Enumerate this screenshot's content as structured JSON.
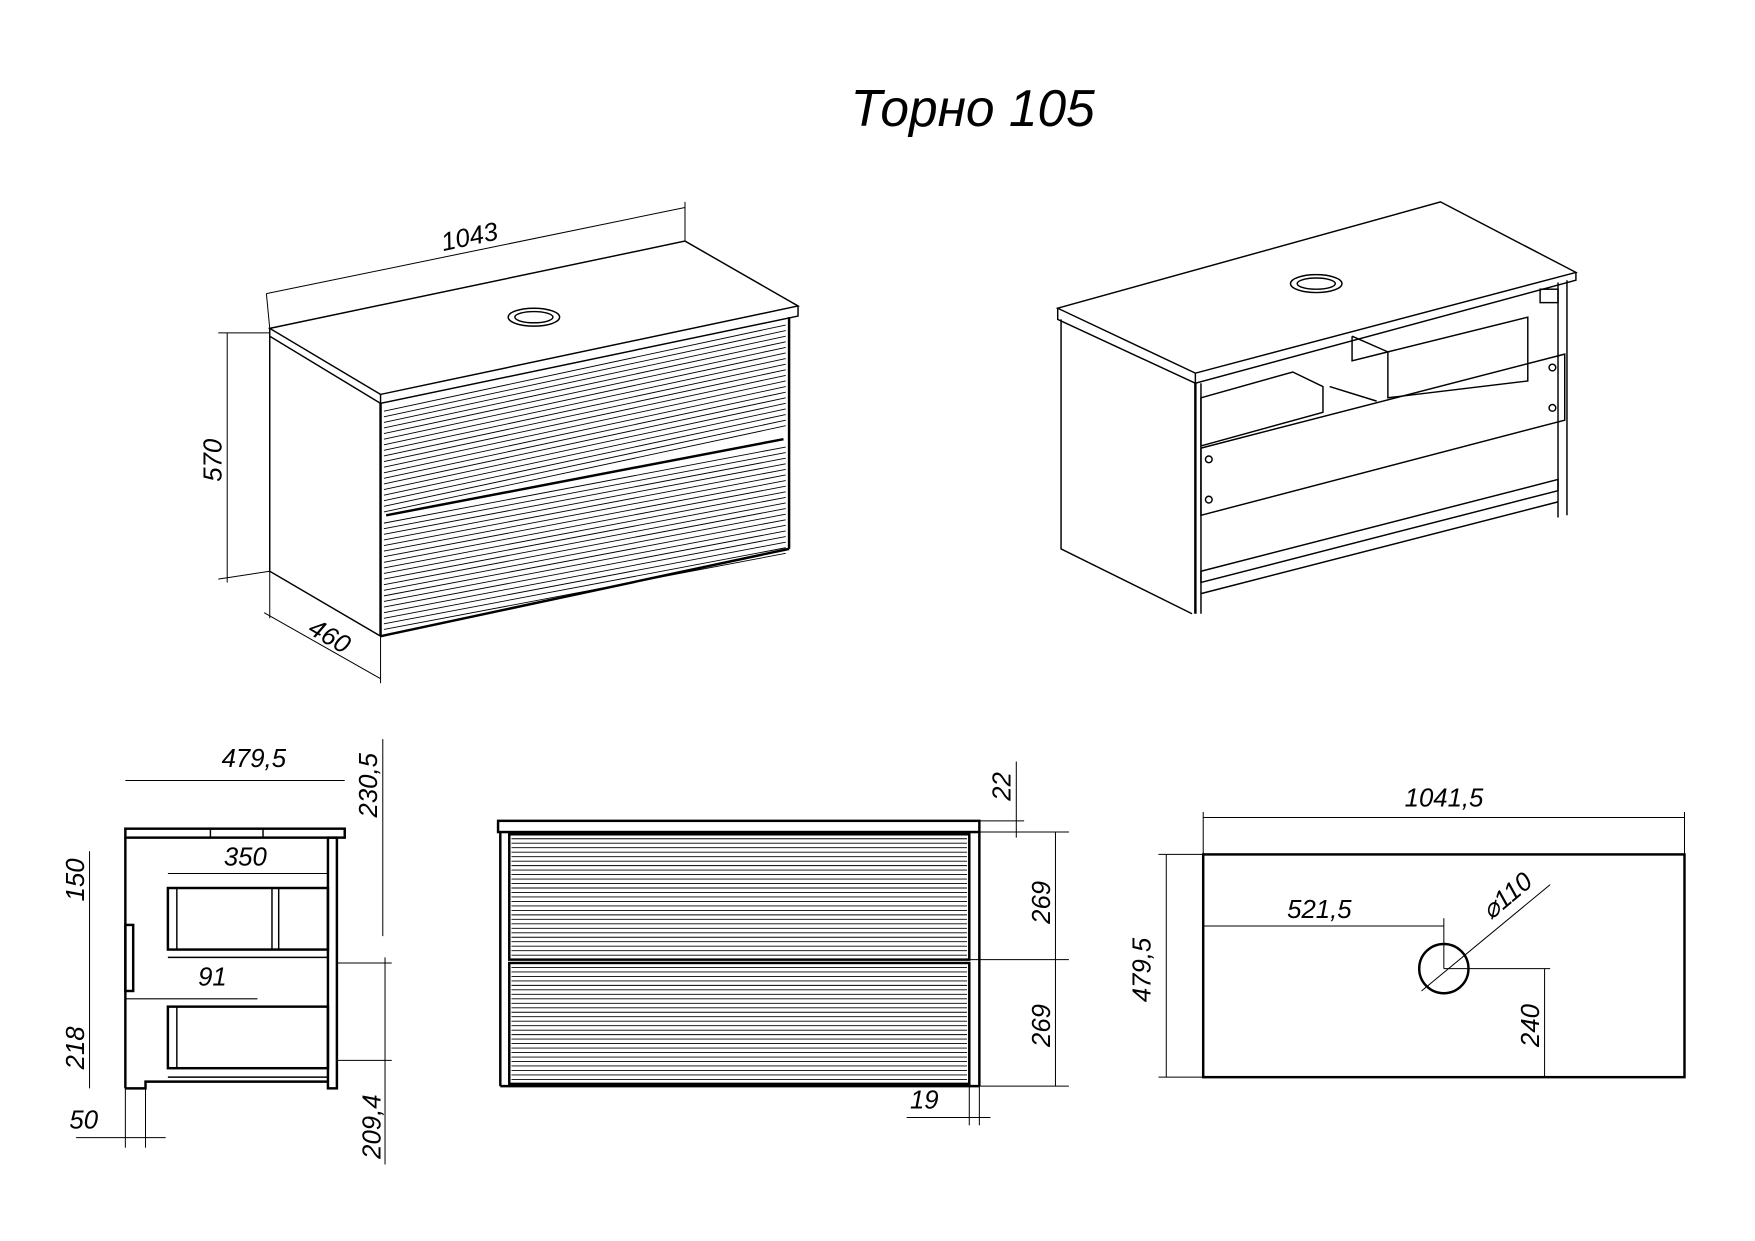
{
  "title": "Торно 105",
  "iso_view": {
    "width": "1043",
    "height": "570",
    "depth": "460"
  },
  "side_view": {
    "depth": "479,5",
    "top_to_drawer": "230,5",
    "drawer_depth": "350",
    "handle": "150",
    "offset": "91",
    "lower": "218",
    "plinth": "50",
    "bottom_to_drawer": "209,4"
  },
  "front_view": {
    "top": "22",
    "drawer_upper": "269",
    "drawer_lower": "269",
    "side": "19"
  },
  "top_view": {
    "width": "1041,5",
    "depth": "479,5",
    "hole_x": "521,5",
    "hole_diameter": "⌀110",
    "hole_y": "240"
  }
}
